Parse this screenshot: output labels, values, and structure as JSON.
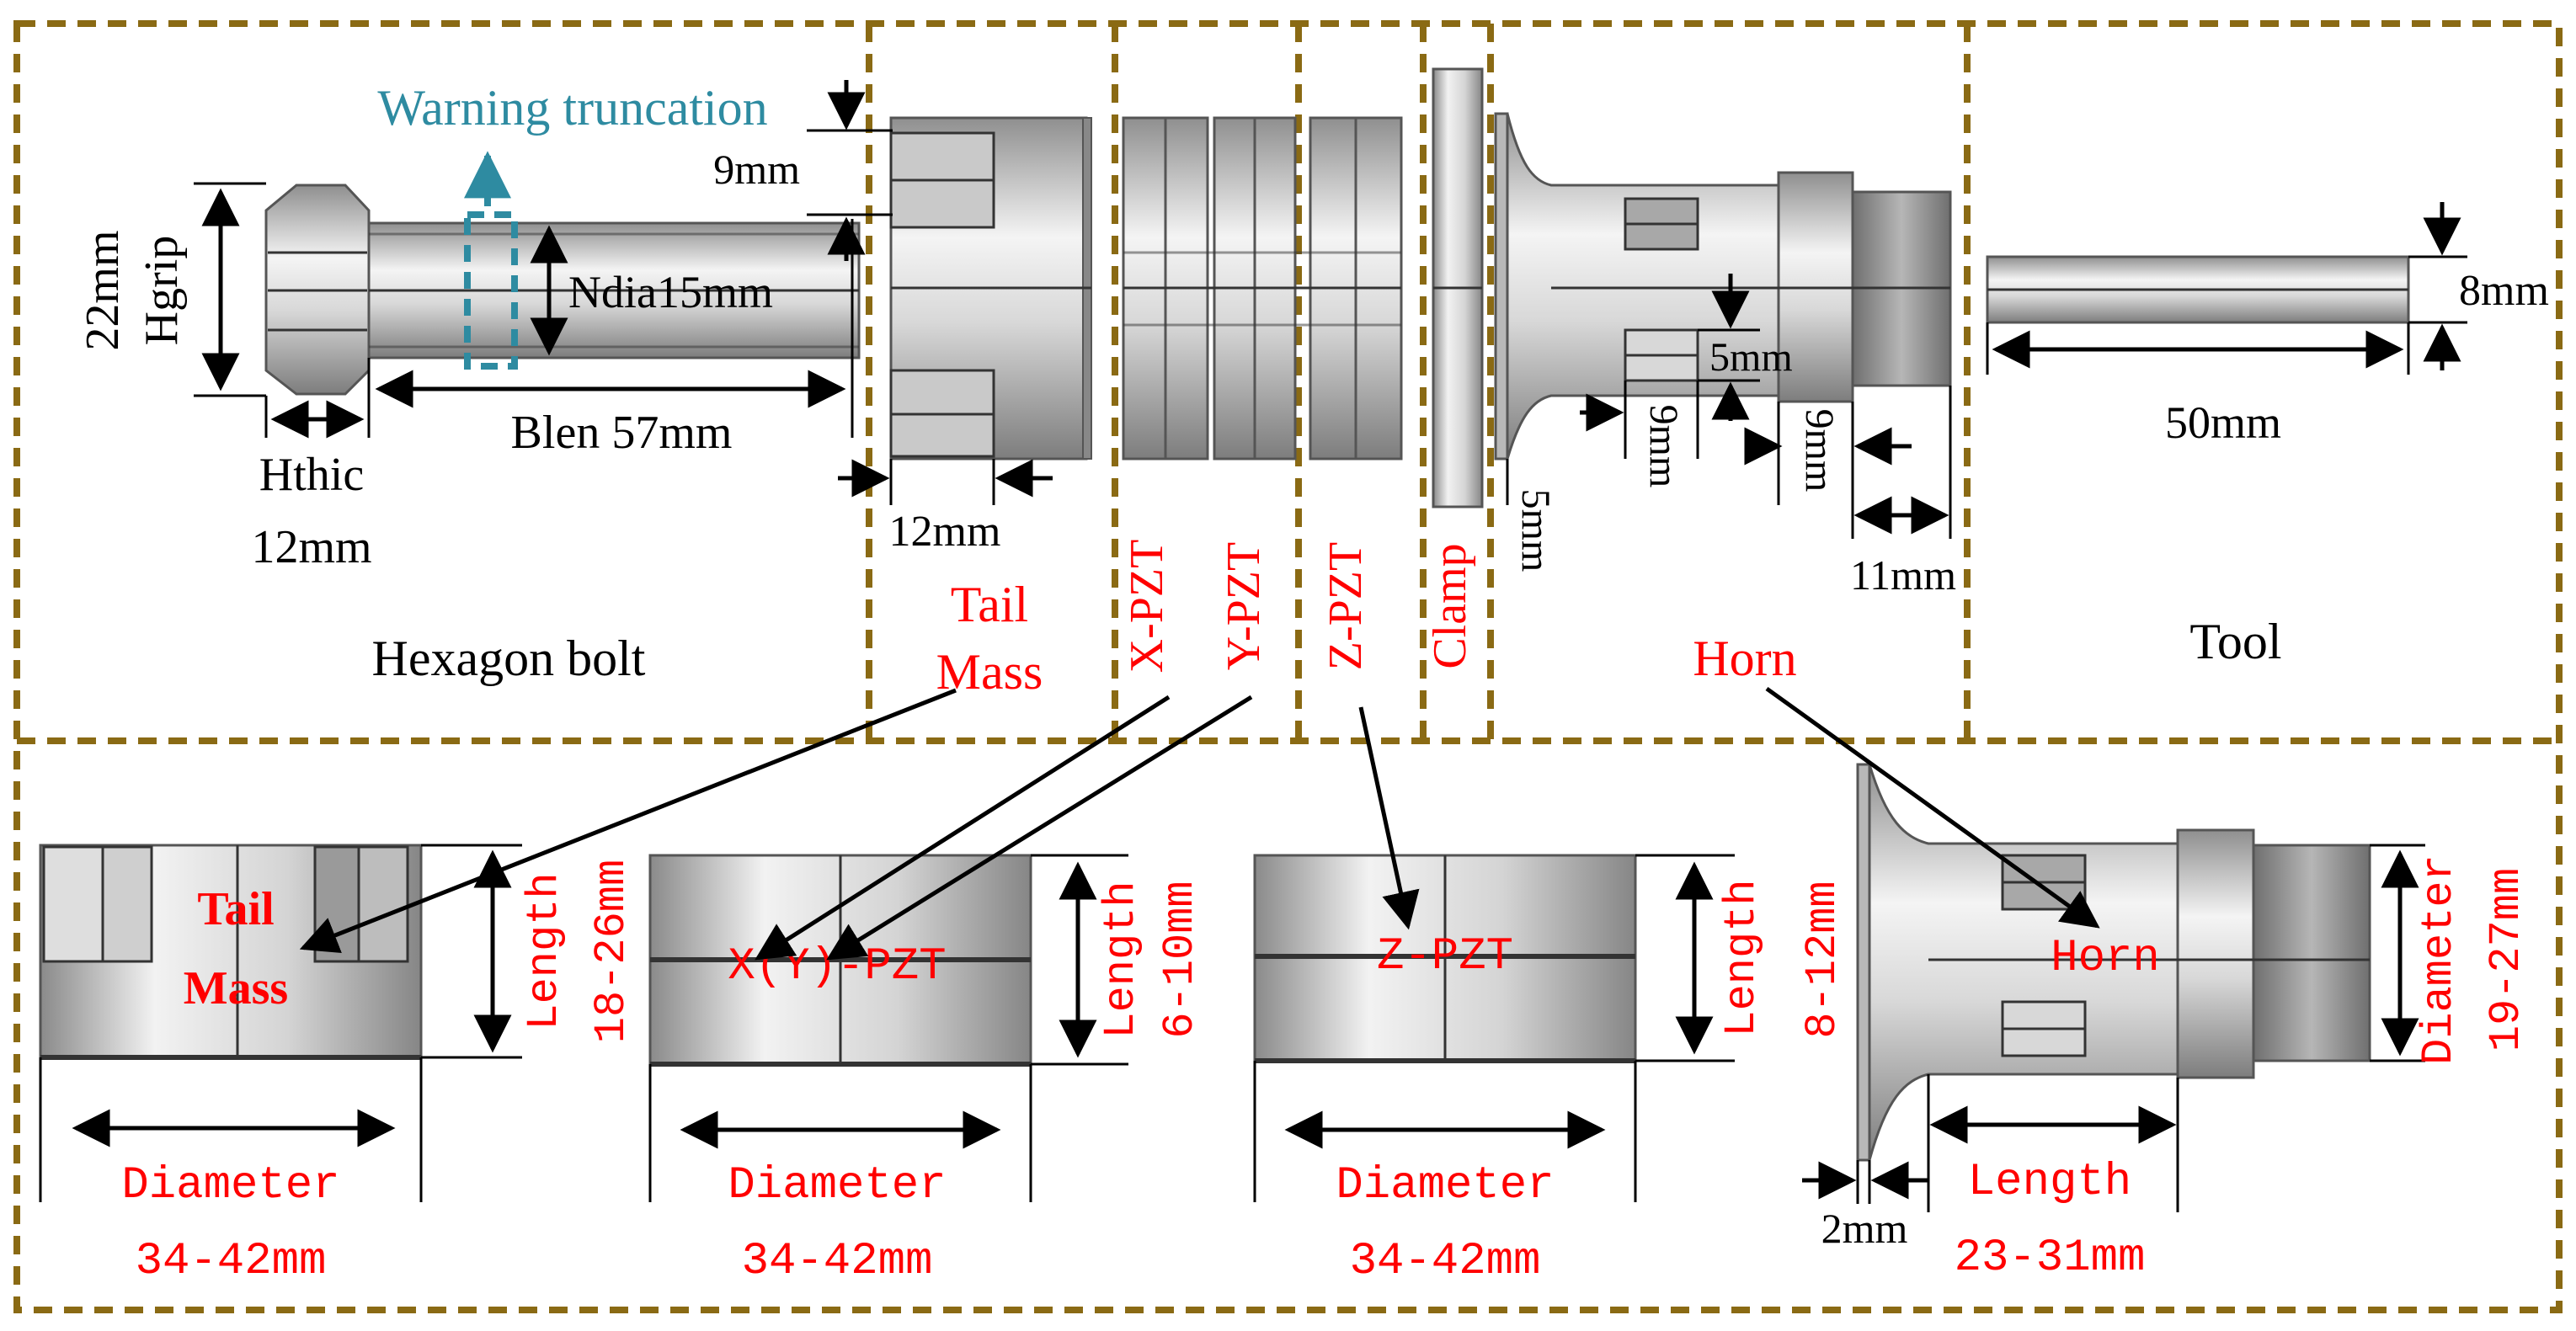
{
  "colors": {
    "section_border": "#8a6a14",
    "part_label": "#ff0000",
    "annotation": "#2e8ba1",
    "dimension": "#000000",
    "metal_dark": "#9a9a9a",
    "metal_light": "#f2f2f2"
  },
  "top": {
    "bolt": {
      "warning": "Warning truncation",
      "hgrip_value": "22mm",
      "hgrip_label": "Hgrip",
      "ndia": "Ndia15mm",
      "blen": "Blen 57mm",
      "hthic_label": "Hthic",
      "hthic_value": "12mm",
      "name": "Hexagon bolt"
    },
    "tail_mass": {
      "dim_top": "9mm",
      "dim_bottom": "12mm",
      "name_line1": "Tail",
      "name_line2": "Mass"
    },
    "pzt": {
      "x": "X-PZT",
      "y": "Y-PZT",
      "z": "Z-PZT"
    },
    "clamp": {
      "name": "Clamp"
    },
    "horn": {
      "dim_5mm_a": "5mm",
      "dim_5mm_b": "5mm",
      "dim_9mm_a": "9mm",
      "dim_9mm_b": "9mm",
      "dim_11mm": "11mm",
      "name": "Horn"
    },
    "tool": {
      "dia": "8mm",
      "len": "50mm",
      "name": "Tool"
    }
  },
  "bottom": {
    "tail_mass": {
      "name_line1": "Tail",
      "name_line2": "Mass",
      "length_label": "Length",
      "length_range": "18-26mm",
      "dia_label": "Diameter",
      "dia_range": "34-42mm"
    },
    "xy_pzt": {
      "name": "X(Y)-PZT",
      "length_label": "Length",
      "length_range": "6-10mm",
      "dia_label": "Diameter",
      "dia_range": "34-42mm"
    },
    "z_pzt": {
      "name": "Z-PZT",
      "length_label": "Length",
      "dia_label": "Diameter",
      "dia_range": "34-42mm"
    },
    "horn": {
      "name": "Horn",
      "flange_range": "8-12mm",
      "flange_thk": "2mm",
      "length_label": "Length",
      "length_range": "23-31mm",
      "dia_label": "Diameter",
      "dia_range": "19-27mm"
    }
  }
}
